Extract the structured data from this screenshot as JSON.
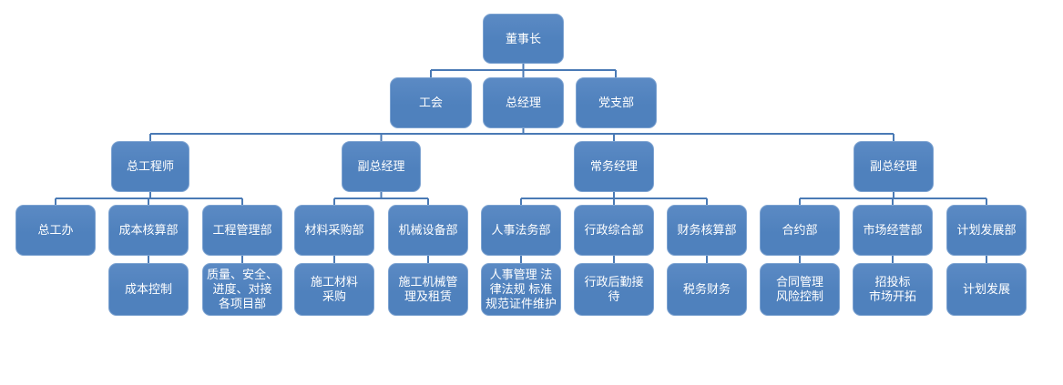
{
  "colors": {
    "node_fill": "#4f81bd",
    "node_border": "#7da3d1",
    "connector": "#4a7ab5",
    "text": "#ffffff"
  },
  "org": {
    "label": "董事长",
    "children": [
      {
        "label": "工会",
        "children": []
      },
      {
        "label": "总经理",
        "children": [
          {
            "label": "总工程师",
            "children": [
              {
                "label": "总工办",
                "children": []
              },
              {
                "label": "成本核算部",
                "children": [
                  {
                    "label": "成本控制"
                  }
                ]
              },
              {
                "label": "工程管理部",
                "children": [
                  {
                    "label": "质量、安全、\n进度、对接\n各项目部"
                  }
                ]
              }
            ]
          },
          {
            "label": "副总经理",
            "children": [
              {
                "label": "材料采购部",
                "children": [
                  {
                    "label": "施工材料\n采购"
                  }
                ]
              },
              {
                "label": "机械设备部",
                "children": [
                  {
                    "label": "施工机械管\n理及租赁"
                  }
                ]
              }
            ]
          },
          {
            "label": "常务经理",
            "children": [
              {
                "label": "人事法务部",
                "children": [
                  {
                    "label": "人事管理 法\n律法规 标准\n规范证件维护"
                  }
                ]
              },
              {
                "label": "行政综合部",
                "children": [
                  {
                    "label": "行政后勤接\n待"
                  }
                ]
              },
              {
                "label": "财务核算部",
                "children": [
                  {
                    "label": "税务财务"
                  }
                ]
              }
            ]
          },
          {
            "label": "副总经理",
            "children": [
              {
                "label": "合约部",
                "children": [
                  {
                    "label": "合同管理\n风险控制"
                  }
                ]
              },
              {
                "label": "市场经营部",
                "children": [
                  {
                    "label": "招投标\n市场开拓"
                  }
                ]
              },
              {
                "label": "计划发展部",
                "children": [
                  {
                    "label": "计划发展"
                  }
                ]
              }
            ]
          }
        ]
      },
      {
        "label": "党支部",
        "children": []
      }
    ]
  }
}
